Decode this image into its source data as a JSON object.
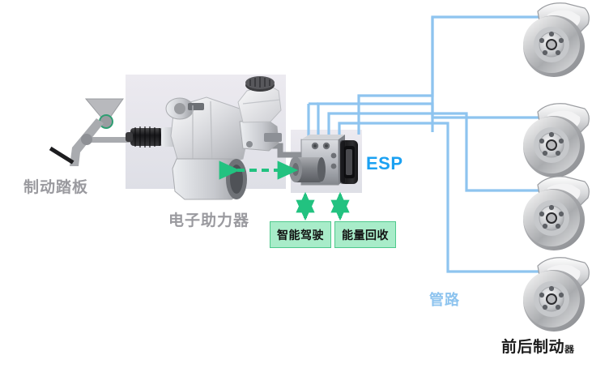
{
  "diagram": {
    "title_hidden": "",
    "labels": {
      "brake_pedal": "制动踏板",
      "electric_booster": "电子助力器",
      "esp": "ESP",
      "pipeline": "管路",
      "front_rear_brakes_main": "前后制动",
      "front_rear_brakes_tail": "器"
    },
    "function_boxes": [
      {
        "label": "智能驾驶"
      },
      {
        "label": "能量回收"
      }
    ],
    "components": [
      {
        "name": "brake-pedal-assembly"
      },
      {
        "name": "electric-booster-unit"
      },
      {
        "name": "esp-hydraulic-unit"
      },
      {
        "name": "brake-disc-1"
      },
      {
        "name": "brake-disc-2"
      },
      {
        "name": "brake-disc-3"
      },
      {
        "name": "brake-disc-4"
      }
    ],
    "colors": {
      "pipe_blue": "#8ec4ef",
      "esp_blue": "#1ba1f2",
      "arrow_green": "#22c280",
      "box_fill": "#a8ecc9",
      "box_border": "#4ec98c",
      "label_gray": "#9a9a9f",
      "label_dark": "#1c1c1c",
      "panel_bg": "#e4e4ea",
      "metal_gray": "#8e9196"
    },
    "connection_count": 4
  }
}
